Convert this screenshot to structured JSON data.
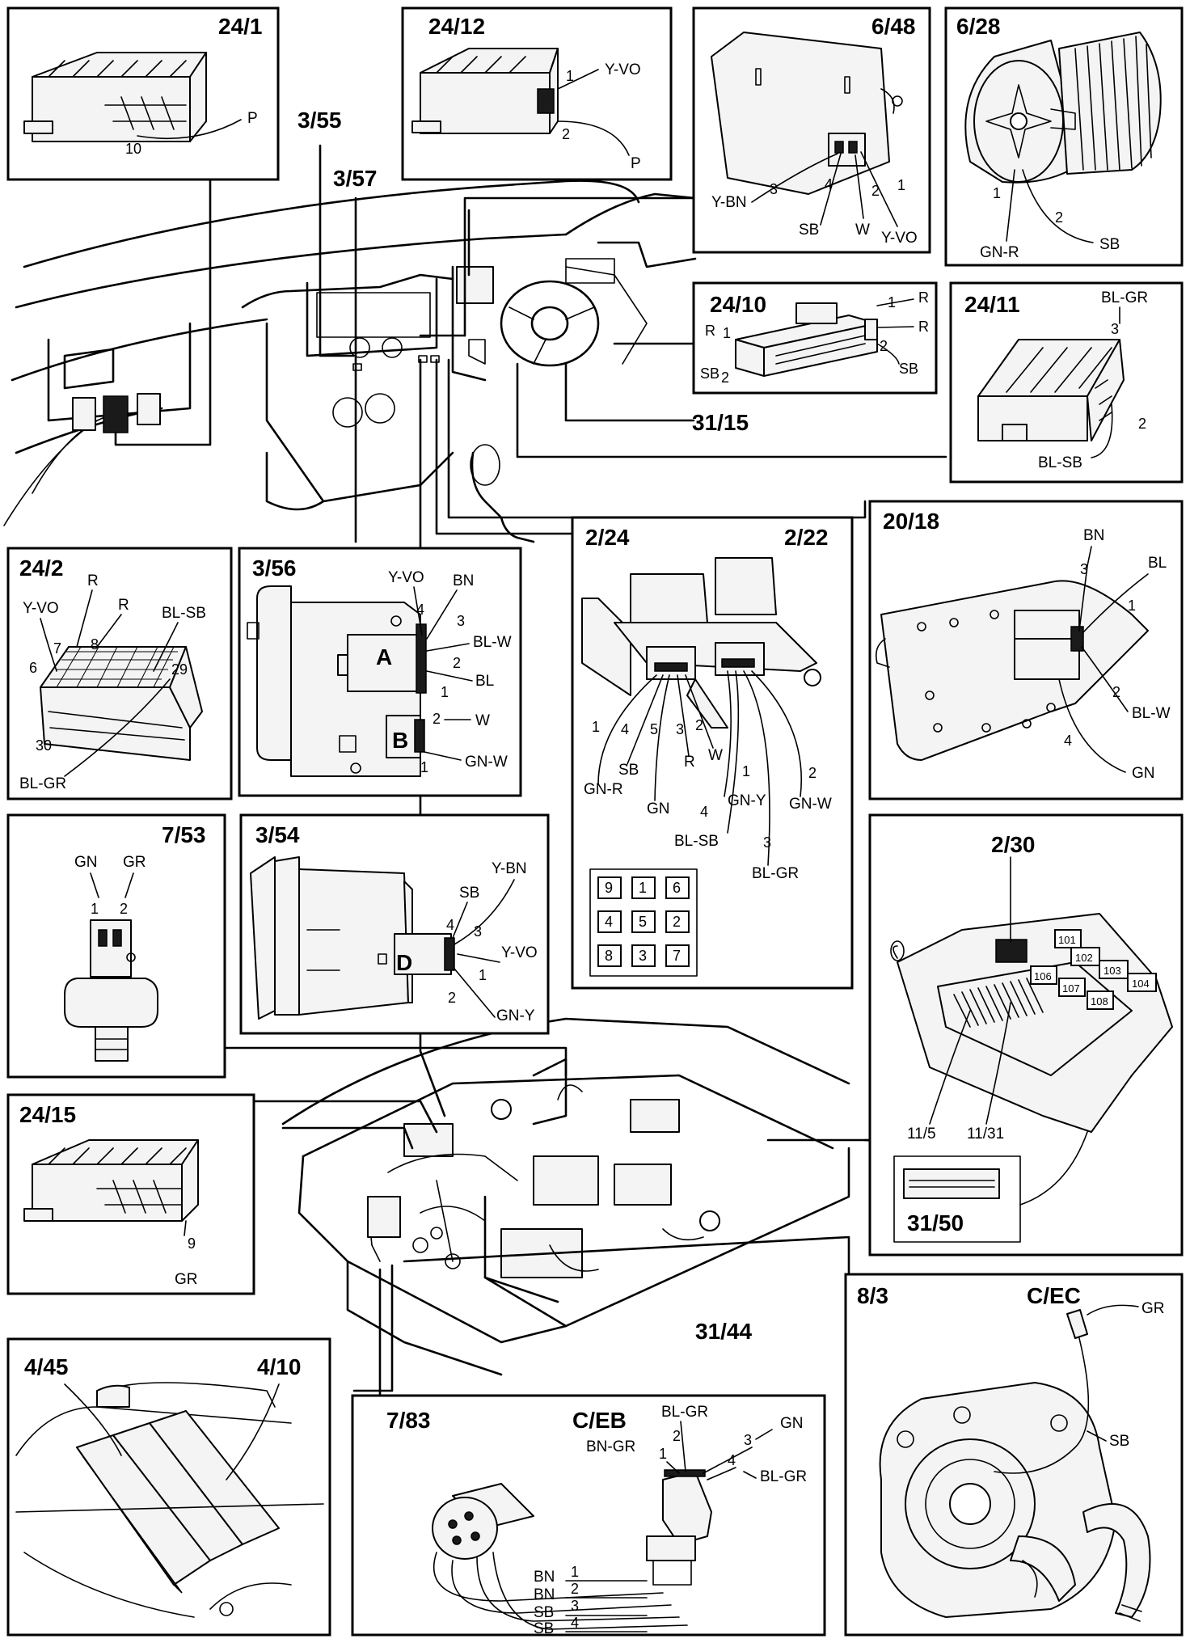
{
  "panels": {
    "p24_1": {
      "title": "24/1",
      "labels": [
        "P",
        "10"
      ]
    },
    "p24_12": {
      "title": "24/12",
      "labels": [
        "1",
        "Y-VO",
        "2",
        "P"
      ]
    },
    "p6_48": {
      "title": "6/48",
      "labels": [
        "Y-BN",
        "3",
        "4",
        "SB",
        "2",
        "W",
        "1",
        "Y-VO"
      ]
    },
    "p6_28": {
      "title": "6/28",
      "labels": [
        "1",
        "GN-R",
        "2",
        "SB"
      ]
    },
    "p24_10": {
      "title": "24/10",
      "labels": [
        "R",
        "1",
        "SB",
        "2",
        "1",
        "R",
        "R",
        "2",
        "SB"
      ]
    },
    "p24_11": {
      "title": "24/11",
      "labels": [
        "BL-GR",
        "3",
        "2",
        "BL-SB"
      ]
    },
    "p24_2": {
      "title": "24/2",
      "labels": [
        "R",
        "Y-VO",
        "R",
        "BL-SB",
        "7",
        "8",
        "6",
        "29",
        "30",
        "BL-GR"
      ]
    },
    "p3_56": {
      "title": "3/56",
      "labels": [
        "Y-VO",
        "BN",
        "4",
        "3",
        "BL-W",
        "2",
        "BL",
        "1",
        "A",
        "2",
        "W",
        "B",
        "GN-W",
        "1"
      ]
    },
    "p2_24": {
      "title": "2/24",
      "title2": "2/22",
      "labels": [
        "1",
        "4",
        "5",
        "3",
        "2",
        "SB",
        "R",
        "W",
        "GN-R",
        "GN",
        "1",
        "GN-Y",
        "2",
        "GN-W",
        "4",
        "BL-SB",
        "3",
        "BL-GR"
      ],
      "pins": [
        "9",
        "1",
        "6",
        "4",
        "5",
        "2",
        "8",
        "3",
        "7"
      ]
    },
    "p20_18": {
      "title": "20/18",
      "labels": [
        "BN",
        "3",
        "BL",
        "1",
        "2",
        "BL-W",
        "4",
        "GN"
      ]
    },
    "p7_53": {
      "title": "7/53",
      "labels": [
        "GN",
        "GR",
        "1",
        "2"
      ]
    },
    "p3_54": {
      "title": "3/54",
      "labels": [
        "Y-BN",
        "SB",
        "4",
        "3",
        "Y-VO",
        "1",
        "D",
        "2",
        "GN-Y"
      ]
    },
    "p2_30": {
      "title": "2/30",
      "labels": [
        "101",
        "102",
        "103",
        "104",
        "106",
        "107",
        "108",
        "11/5",
        "11/31",
        "31/50"
      ]
    },
    "p24_15": {
      "title": "24/15",
      "labels": [
        "9",
        "GR"
      ]
    },
    "p4_45": {
      "title": "4/45",
      "title2": "4/10"
    },
    "p7_83": {
      "title": "7/83",
      "title2": "C/EB",
      "labels": [
        "BL-GR",
        "2",
        "BN-GR",
        "1",
        "3",
        "GN",
        "4",
        "BL-GR",
        "BN",
        "1",
        "BN",
        "2",
        "SB",
        "3",
        "SB",
        "4"
      ]
    },
    "p8_3": {
      "title": "8/3",
      "title2": "C/EC",
      "labels": [
        "GR",
        "SB"
      ]
    }
  },
  "callouts": {
    "c3_55": "3/55",
    "c3_57": "3/57",
    "c31_15": "31/15",
    "c31_44": "31/44"
  }
}
